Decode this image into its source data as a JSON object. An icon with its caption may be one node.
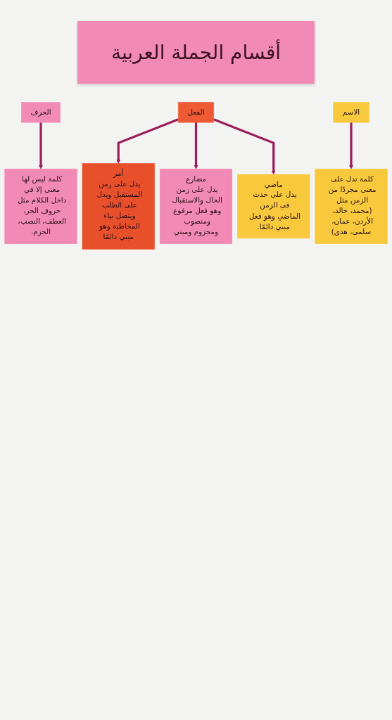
{
  "diagram": {
    "title": "أقسام الجملة العربية",
    "nodes": [
      {
        "text": [
          "الاسم"
        ]
      },
      {
        "text": [
          "الفعل"
        ]
      },
      {
        "text": [
          "الحرف"
        ]
      },
      {
        "text": [
          "كلمة تدل على معنى مجردًا من الزمن مثل (محمد، خالد، الأردن، عمان، سلمى، هدى)"
        ]
      },
      {
        "text": [
          "كلمة ليس لها معنى إلا في داخل الكلام مثل حروف الجر، العطف، النصب، الجزم."
        ]
      },
      {
        "text": [
          "ماضي",
          "يدل على حدث في الزمن الماضي وهو فعل مبني دائمًا."
        ]
      },
      {
        "text": [
          "مضارع",
          "يدل على زمن الحال والاستقبال وهو فعل مرفوع ومنصوب ومجزوم ومبني"
        ]
      },
      {
        "text": [
          "أمر",
          "يدل على زمن المستقبل ويدل على الطلب ويتصل بياء المخاطبة وهو مبني دائمًا"
        ]
      }
    ],
    "edges": [
      {
        "from": 2,
        "to": 4,
        "arrow": "to"
      },
      {
        "from": 1,
        "to": 7,
        "arrow": "to"
      },
      {
        "from": 1,
        "to": 6,
        "arrow": "to"
      },
      {
        "from": 1,
        "to": 5,
        "arrow": "to"
      },
      {
        "from": 0,
        "to": 3,
        "arrow": "to"
      }
    ]
  }
}
